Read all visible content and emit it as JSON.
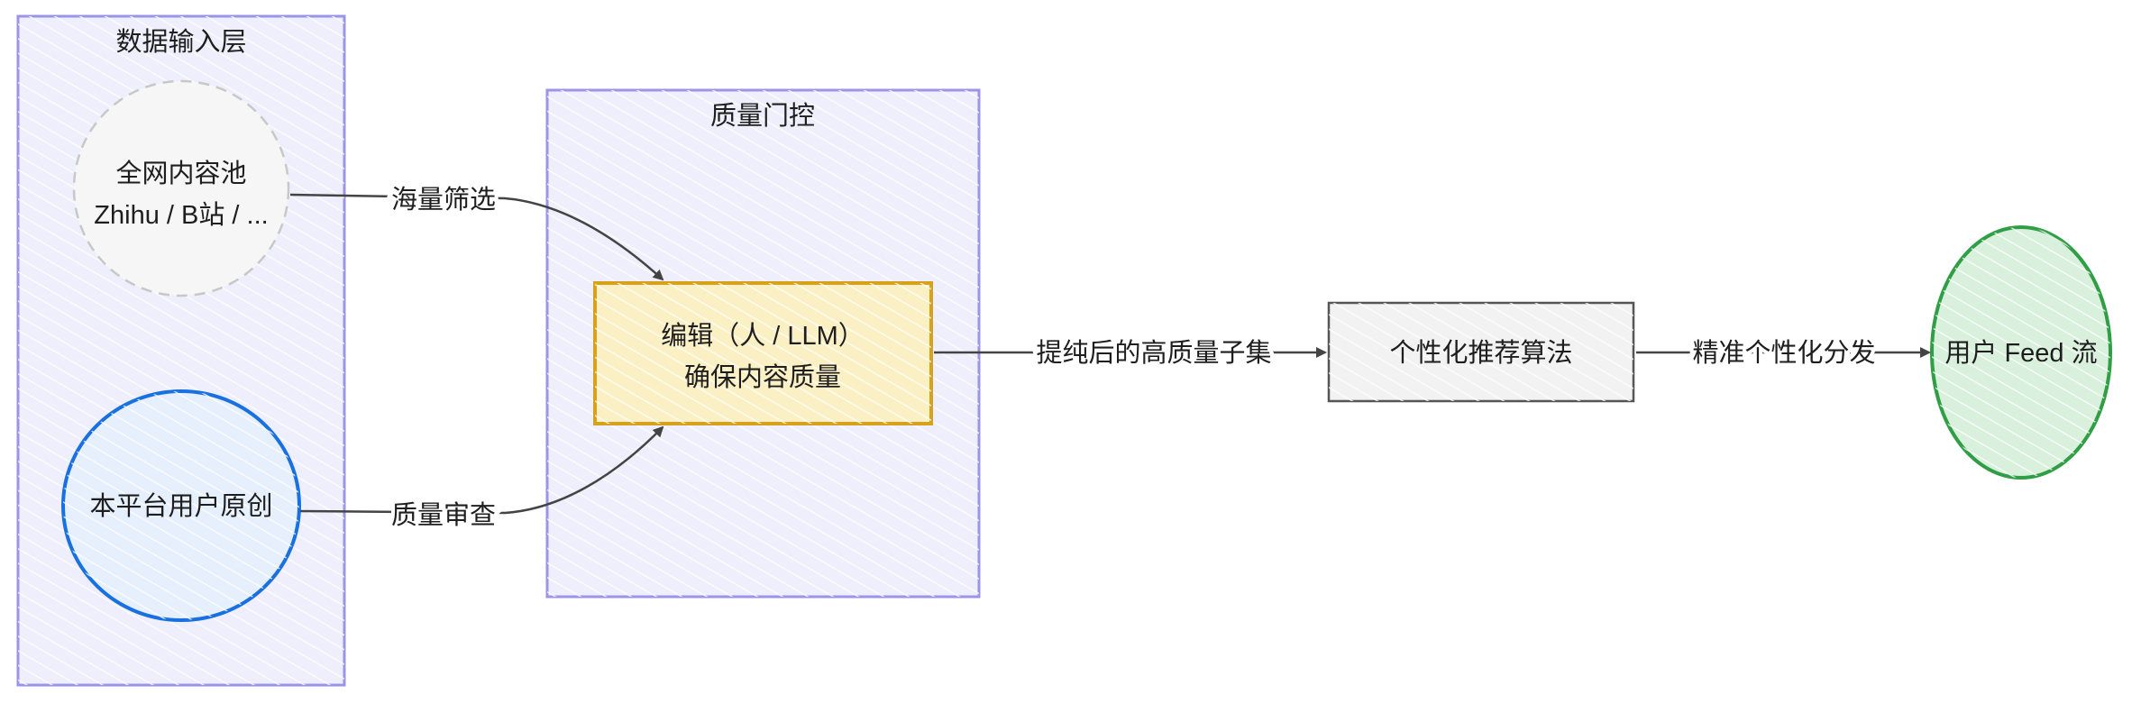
{
  "colors": {
    "group_stroke": "#9a95e8",
    "group_fill": "#eeeefc",
    "pool_stroke": "#c8c8c8",
    "pool_fill": "#f6f6f6",
    "ugc_stroke": "#1971e0",
    "ugc_fill": "#e6effc",
    "editor_stroke": "#d6a21c",
    "editor_fill": "#fbf0c4",
    "algo_stroke": "#555555",
    "algo_fill": "#f2f2f2",
    "feed_stroke": "#2f9e44",
    "feed_fill": "#d8f0dc",
    "arrow": "#444444"
  },
  "groups": {
    "input_layer": "数据输入层",
    "quality_gate": "质量门控"
  },
  "nodes": {
    "pool_line1": "全网内容池",
    "pool_line2": "Zhihu / B站 / ...",
    "ugc": "本平台用户原创",
    "editor_line1": "编辑（人 / LLM）",
    "editor_line2": "确保内容质量",
    "algo": "个性化推荐算法",
    "feed": "用户 Feed 流"
  },
  "edges": {
    "pool_to_editor": "海量筛选",
    "ugc_to_editor": "质量审查",
    "editor_to_algo": "提纯后的高质量子集",
    "algo_to_feed": "精准个性化分发"
  }
}
